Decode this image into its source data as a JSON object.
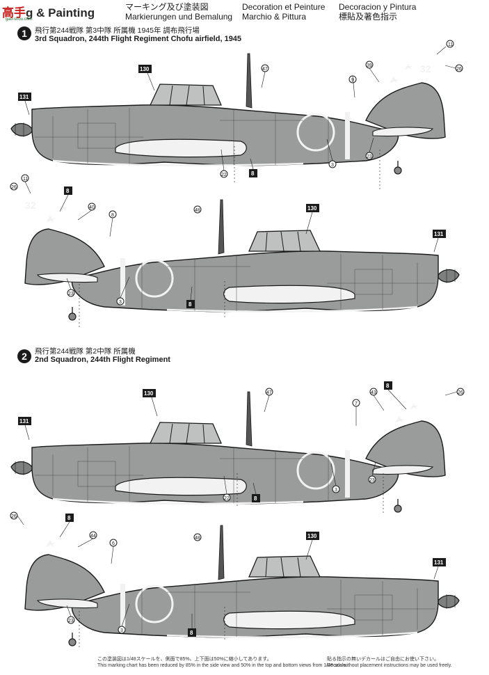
{
  "header": {
    "logo_mark": "高手",
    "logo_text": "g & Painting",
    "logo_url": "gao-shou.com",
    "col1": [
      "マーキング及び塗装図",
      "Markierungen und Bemalung"
    ],
    "col2": [
      "Decoration et Peinture",
      "Marchio & Pittura"
    ],
    "col3": [
      "Decoracion y Pintura",
      "標貼及著色指示"
    ]
  },
  "schemes": [
    {
      "number": "1",
      "jp": "飛行第244戦隊 第3中隊 所属機 1945年 調布飛行場",
      "en": "3rd Squadron, 244th Flight Regiment Chofu airfield, 1945"
    },
    {
      "number": "2",
      "jp": "飛行第244戦隊 第2中隊 所属機",
      "en": "2nd Squadron, 244th Flight Regiment"
    }
  ],
  "aircraft_codes": {
    "tail_number": "32"
  },
  "callouts": {
    "a": {
      "c131": "131",
      "c130": "130",
      "c47": "47",
      "c39": "39",
      "c9": "9",
      "c11": "11",
      "c26": "26",
      "c22": "22",
      "c8": "8",
      "c3": "3",
      "c23": "23"
    },
    "b": {
      "c131": "131",
      "c130": "130",
      "c48": "48",
      "c40": "40",
      "c8": "8",
      "c11": "11",
      "c26": "26",
      "c23": "23",
      "c3": "3",
      "c8b": "8"
    },
    "c": {
      "c131": "131",
      "c130": "130",
      "c47": "47",
      "c7": "7",
      "c43": "43",
      "c8": "8",
      "c26": "26",
      "c22": "22",
      "c8b": "8",
      "c3": "3",
      "c23": "23"
    },
    "d": {
      "c131": "131",
      "c130": "130",
      "c48": "48",
      "c44": "44",
      "c6": "6",
      "c8": "8",
      "c26": "26",
      "c23": "23",
      "c3": "3",
      "c8b": "8"
    }
  },
  "footnotes": {
    "left": [
      "この塗装図は1/48スケールを、側面で85%、上下面は50%に縮小してあります。",
      "This marking chart has been reduced by 85% in the side view and 50% in the top and bottom views from 1/48 scale."
    ],
    "right": [
      "貼る指示の無いデカールはご自由にお使い下さい。",
      "Decals without placement instructions may be used freely."
    ]
  },
  "colors": {
    "airframe": "#9a9c9b",
    "outline": "#1a1a1a",
    "marking_white": "#f2f2f2"
  }
}
